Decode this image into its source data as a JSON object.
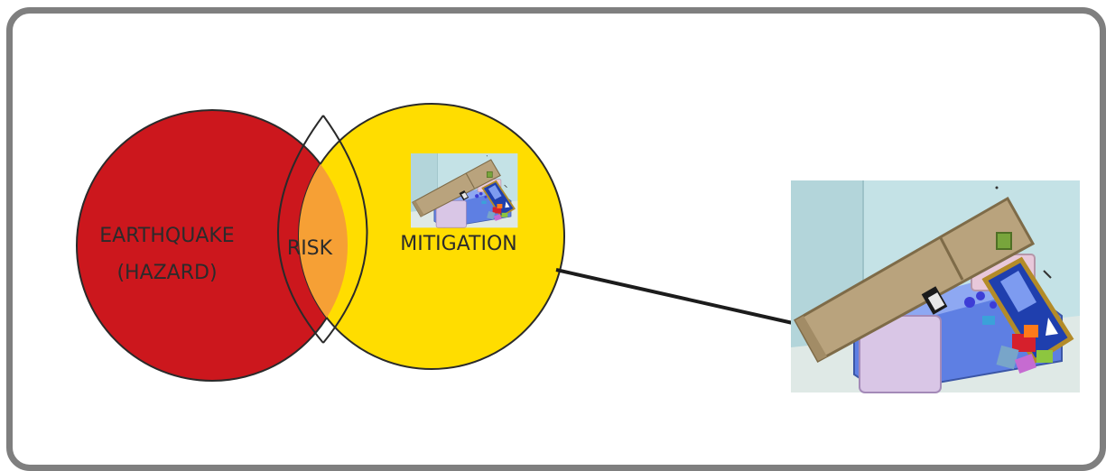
{
  "venn": {
    "hazard": {
      "line1": "EARTHQUAKE",
      "line2": "(HAZARD)",
      "color": "#cc171d"
    },
    "overlap": {
      "label": "RISK",
      "color": "#f6a035"
    },
    "mitigation": {
      "label": "MITIGATION",
      "color": "#ffdd00"
    }
  },
  "illustration": {
    "subject": "overturned bookshelf resting on a bed after an earthquake",
    "icon": "fallen-furniture-illustration"
  }
}
